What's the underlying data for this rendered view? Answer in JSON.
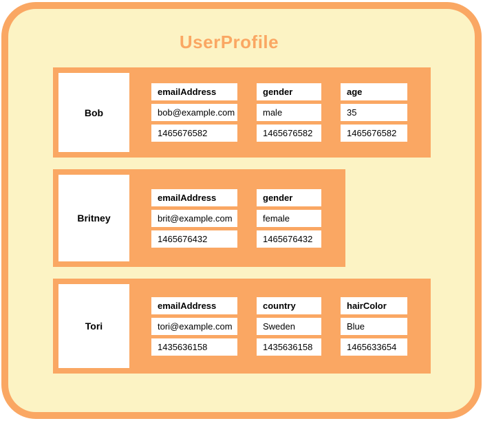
{
  "title": "UserProfile",
  "colors": {
    "accent_orange": "#FAA763",
    "panel_yellow": "#FCF3C4",
    "cell_white": "#FFFFFF",
    "text_black": "#000000"
  },
  "rows": [
    {
      "key": "Bob",
      "columns": [
        {
          "name": "emailAddress",
          "value": "bob@example.com",
          "timestamp": "1465676582"
        },
        {
          "name": "gender",
          "value": "male",
          "timestamp": "1465676582"
        },
        {
          "name": "age",
          "value": "35",
          "timestamp": "1465676582"
        }
      ]
    },
    {
      "key": "Britney",
      "columns": [
        {
          "name": "emailAddress",
          "value": "brit@example.com",
          "timestamp": "1465676432"
        },
        {
          "name": "gender",
          "value": "female",
          "timestamp": "1465676432"
        }
      ]
    },
    {
      "key": "Tori",
      "columns": [
        {
          "name": "emailAddress",
          "value": "tori@example.com",
          "timestamp": "1435636158"
        },
        {
          "name": "country",
          "value": "Sweden",
          "timestamp": "1435636158"
        },
        {
          "name": "hairColor",
          "value": "Blue",
          "timestamp": "1465633654"
        }
      ]
    }
  ]
}
